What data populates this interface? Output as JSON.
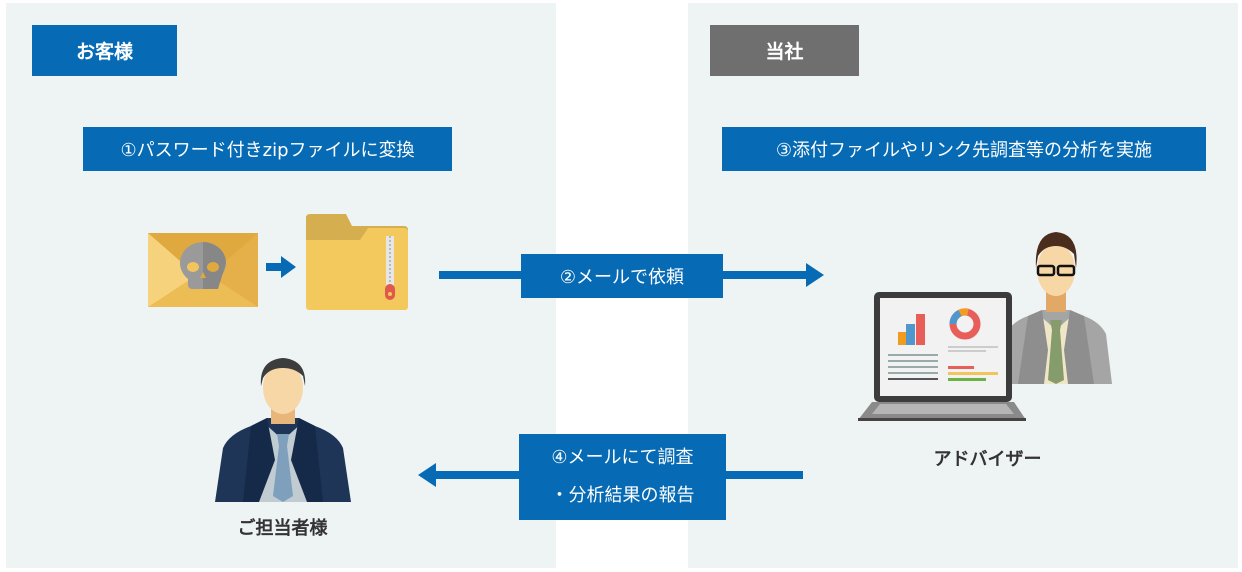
{
  "customer": {
    "header": "お客様",
    "step1": "①パスワード付きzipファイルに変換",
    "person_label": "ご担当者様"
  },
  "company": {
    "header": "当社",
    "step3": "③添付ファイルやリンク先調査等の分析を実施",
    "person_label": "アドバイザー"
  },
  "step2": "②メールで依頼",
  "step4": {
    "line1": "④メールにて調査",
    "line2": "・分析結果の報告"
  },
  "colors": {
    "accent_blue": "#066bb4",
    "company_gray": "#6f6f6f",
    "panel_bg": "#eef3f4"
  },
  "icons": {
    "malicious_email": "skull-envelope-icon",
    "zip_folder": "zip-folder-icon",
    "customer": "businessman-icon",
    "advisor": "advisor-with-laptop-icon"
  }
}
